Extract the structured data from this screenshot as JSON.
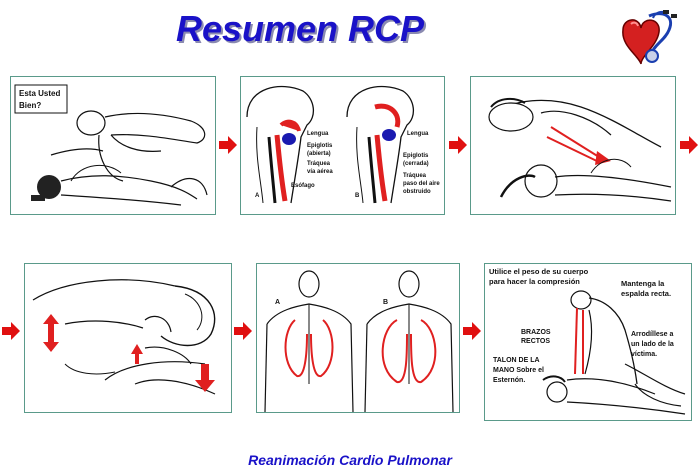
{
  "title": "Resumen RCP",
  "footer": "Reanimación Cardio Pulmonar",
  "colors": {
    "title": "#1a12c8",
    "arrow": "#e01010",
    "highlight": "#e02020",
    "panel_border": "#5a9a8a"
  },
  "panel1": {
    "speech": "Esta Usted\nBien?"
  },
  "panel2": {
    "a": {
      "letter": "A",
      "labels": [
        "Lengua",
        "Epiglotis",
        "(abierta)",
        "Tráquea",
        "vía aérea",
        "Esófago"
      ]
    },
    "b": {
      "letter": "B",
      "labels": [
        "Lengua",
        "Epiglotis",
        "(cerrada)",
        "Tráquea",
        "paso del aire",
        "obstruido"
      ]
    }
  },
  "panel5": {
    "a": "A",
    "b": "B"
  },
  "panel6": {
    "weight": [
      "Utilice el peso de su cuerpo",
      "para hacer la compresión"
    ],
    "back": [
      "Mantenga la",
      "espalda recta."
    ],
    "arms": [
      "BRAZOS",
      "RECTOS"
    ],
    "kneel": [
      "Arrodíllese a",
      "un lado de la",
      "víctima."
    ],
    "heel": [
      "TALON DE LA",
      "MANO Sobre el",
      "Esternón."
    ]
  },
  "icons": [
    "heart-stethoscope-icon",
    "arrow-right-icon"
  ]
}
